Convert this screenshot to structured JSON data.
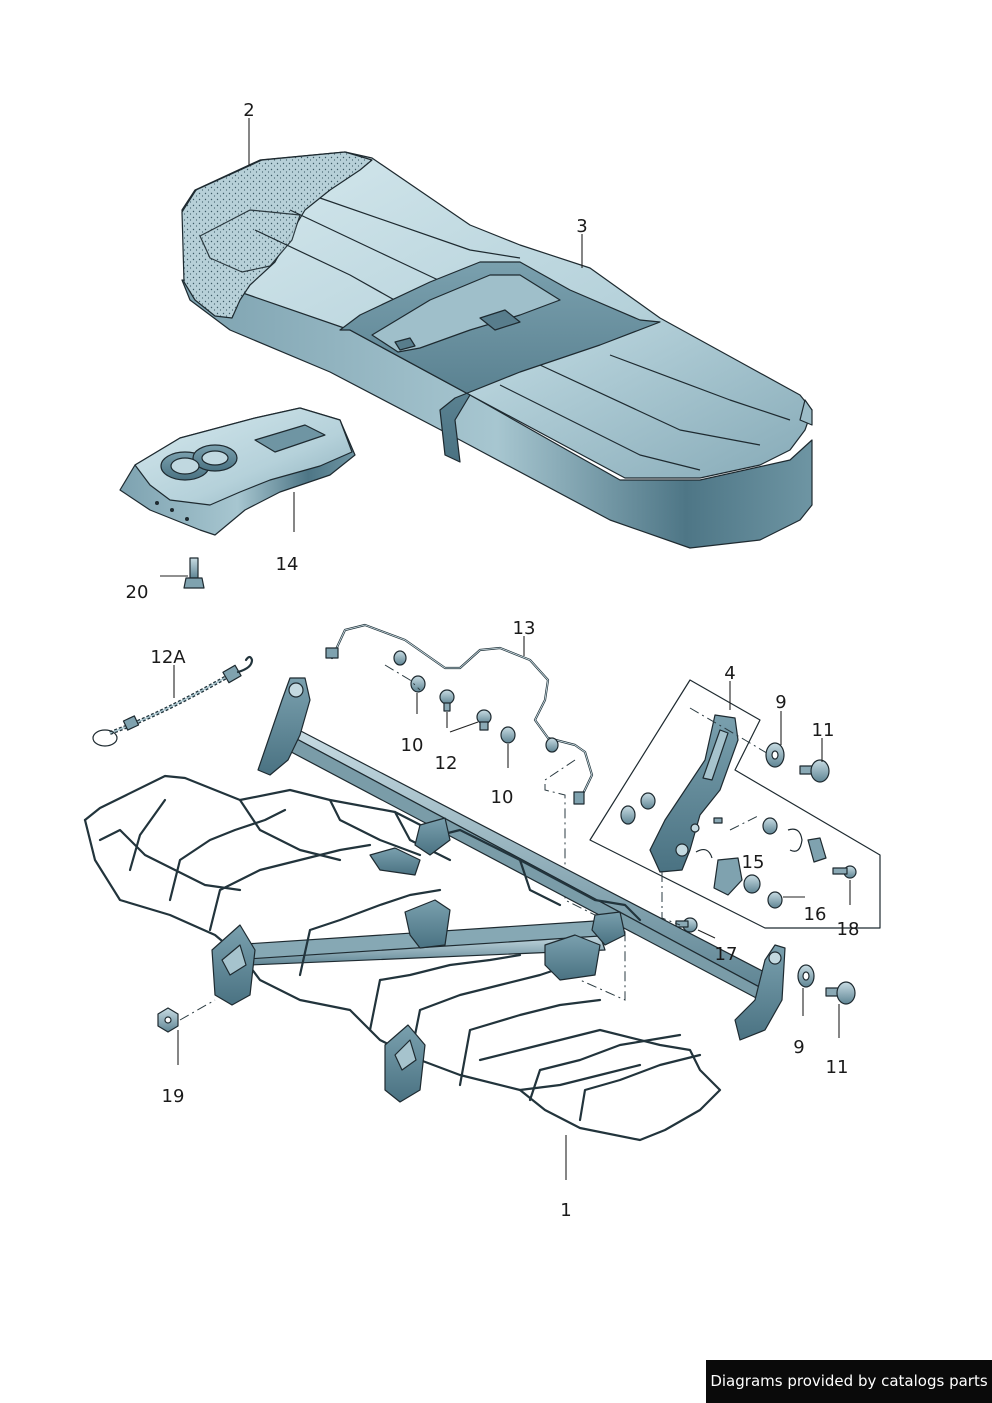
{
  "callouts": {
    "c1": "1",
    "c2": "2",
    "c3": "3",
    "c4": "4",
    "c9a": "9",
    "c9b": "9",
    "c10a": "10",
    "c10b": "10",
    "c11a": "11",
    "c11b": "11",
    "c12": "12",
    "c12a": "12A",
    "c13": "13",
    "c14": "14",
    "c15": "15",
    "c16": "16",
    "c17": "17",
    "c18": "18",
    "c19": "19",
    "c20": "20"
  },
  "footer": {
    "banner_text": "Diagrams provided by catalogs parts"
  },
  "colors": {
    "cushion_light": "#c4dde5",
    "cushion_mid": "#8fb3c0",
    "cushion_dark": "#4d7584",
    "foam": "#bed6de",
    "hardware": "#6d8e9a",
    "frame_bar": "#9ab6c0"
  }
}
